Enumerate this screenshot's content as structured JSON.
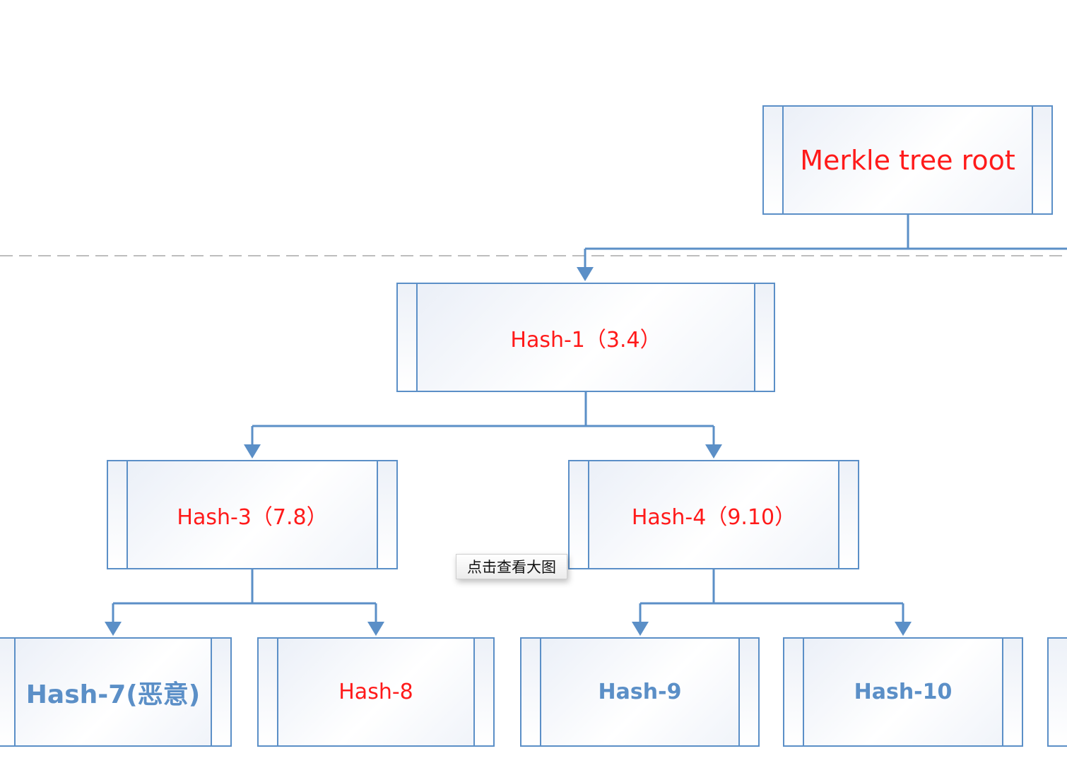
{
  "diagram": {
    "colors": {
      "accent": "#5b8fc7",
      "highlight_text": "#ff1a1a",
      "muted_text": "#5b8fc7",
      "dashed_line": "#bdbdbd"
    },
    "nodes": {
      "root": {
        "label": "Merkle tree root",
        "style": "red"
      },
      "h1": {
        "label": "Hash-1（3.4）",
        "style": "red"
      },
      "h3": {
        "label": "Hash-3（7.8）",
        "style": "red"
      },
      "h4": {
        "label": "Hash-4（9.10）",
        "style": "red"
      },
      "h7": {
        "label": "Hash-7(恶意)",
        "style": "blue"
      },
      "h8": {
        "label": "Hash-8",
        "style": "red"
      },
      "h9": {
        "label": "Hash-9",
        "style": "blue"
      },
      "h10": {
        "label": "Hash-10",
        "style": "blue"
      }
    },
    "edges": [
      [
        "root",
        "h1"
      ],
      [
        "h1",
        "h3"
      ],
      [
        "h1",
        "h4"
      ],
      [
        "h3",
        "h7"
      ],
      [
        "h3",
        "h8"
      ],
      [
        "h4",
        "h9"
      ],
      [
        "h4",
        "h10"
      ]
    ]
  },
  "tooltip": {
    "label": "点击查看大图"
  }
}
